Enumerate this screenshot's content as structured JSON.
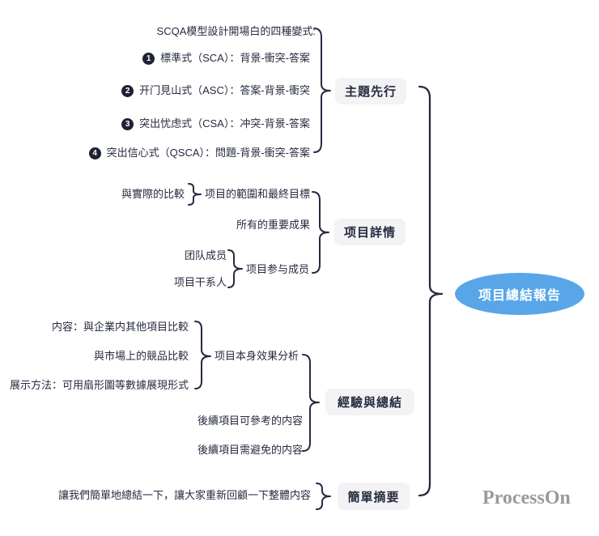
{
  "root": {
    "label": "项目總結報告"
  },
  "watermark": "ProcessOn",
  "branch_theme": {
    "node": "主題先行",
    "header": "SCQA模型設計開場白的四種變式:",
    "items": [
      {
        "num": "1",
        "text": "標準式（SCA）：背景-衝突-答案"
      },
      {
        "num": "2",
        "text": "开门見山式（ASC）：答案-背景-衝突"
      },
      {
        "num": "3",
        "text": "突出忧虑式（CSA）：冲突-背景-答案"
      },
      {
        "num": "4",
        "text": "突出信心式（QSCA）：問題-背景-衝突-答案"
      }
    ]
  },
  "branch_detail": {
    "node": "项目詳情",
    "compare_actual": "與實際的比較",
    "scope_goal": "项目的範圍和最終目標",
    "achievements": "所有的重要成果",
    "team_members": "团队成员",
    "stakeholders": "项目干系人",
    "participants": "项目参与成员"
  },
  "branch_experience": {
    "node": "經驗與總結",
    "content_compare": "内容：與企業内其他項目比較",
    "market_compare": "與市場上的競品比較",
    "display_method": "展示方法：可用扇形圖等數據展現形式",
    "effect_analysis": "项目本身效果分析",
    "reference": "後續項目可參考的内容",
    "avoid": "後續項目需避免的内容"
  },
  "branch_summary": {
    "node": "簡單摘要",
    "text": "讓我們簡單地總結一下，讓大家重新回顧一下整體内容"
  },
  "colors": {
    "root_fill": "#58a6e8",
    "node_fill": "#f3f3f5",
    "ink": "#262b40",
    "watermark": "#9a9a9a"
  }
}
